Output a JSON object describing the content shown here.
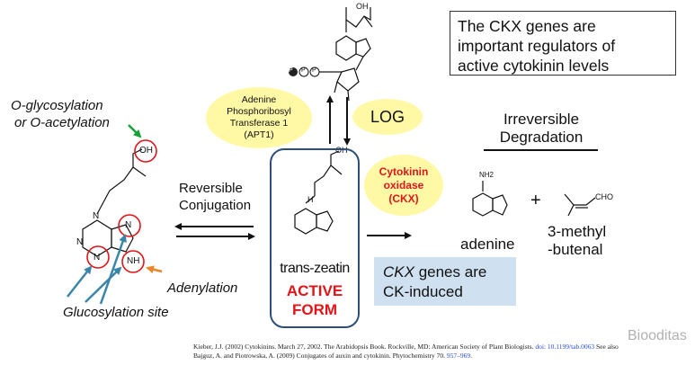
{
  "info_box": {
    "line1": "The CKX genes are",
    "line2": "important regulators of",
    "line3": "active cytokinin levels"
  },
  "apt1": {
    "line1": "Adenine",
    "line2": "Phosphoribosyl",
    "line3": "Transferase 1",
    "line4": "(APT1)"
  },
  "log_label": "LOG",
  "degradation": {
    "line1": "Irreversible",
    "line2": "Degradation"
  },
  "ckx_enzyme": {
    "line1": "Cytokinin",
    "line2": "oxidase",
    "line3": "(CKX)"
  },
  "left_labels": {
    "glyco_line1": "O-glycosylation",
    "glyco_line2": "or O-acetylation",
    "reversible_line1": "Reversible",
    "reversible_line2": "Conjugation",
    "adenylation": "Adenylation",
    "glucosylation": "Glucosylation site"
  },
  "center": {
    "molecule": "trans-zeatin",
    "active1": "ACTIVE",
    "active2": "FORM"
  },
  "products": {
    "adenine": "adenine",
    "plus": "+",
    "methyl1": "3-methyl",
    "methyl2": "-butenal"
  },
  "ck_box": {
    "genes_italic": "CKX",
    "genes_rest": " genes are",
    "line2": "CK-induced"
  },
  "chem_labels": {
    "oh": "OH",
    "n": "N",
    "nh": "NH",
    "h": "H",
    "nh2": "NH2",
    "cho": "CHO",
    "p": "P"
  },
  "reference": {
    "line1": "Kieber, J.J. (2002) Cytokinins. March 27, 2002. The Arabidopsis Book. Rockville, MD: American Society of Plant Biologists. ",
    "doi": "doi: 10.1199/tab.0063",
    "line1_end": " See also",
    "line2": "Bajguz, A. and Piotrowska, A. (2009) Conjugates of auxin and cytokinin. Phytochemistry 70. ",
    "pages": "957–969",
    "line2_end": "."
  },
  "watermark": "Biooditas",
  "colors": {
    "enzyme_red": "#e0151a",
    "ellipse_yellow": "#fff9a6",
    "box_blue": "#cfe0f0",
    "border_navy": "#2d4e78",
    "arrow_teal": "#3b86a8",
    "arrow_orange": "#e8862a",
    "arrow_green": "#18a135"
  }
}
